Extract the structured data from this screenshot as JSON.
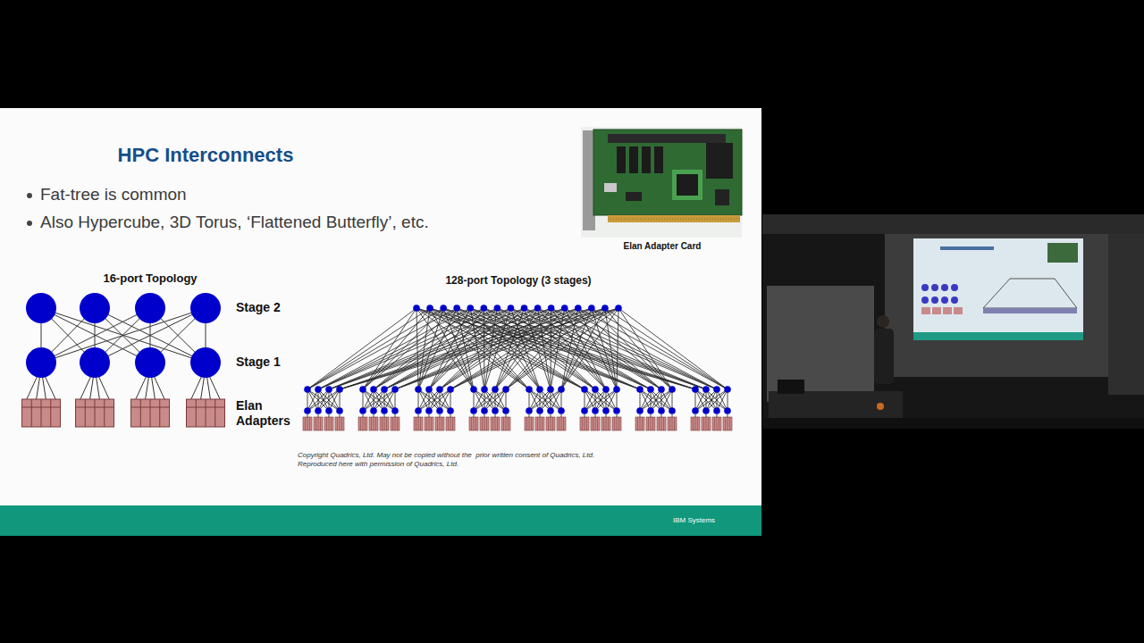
{
  "diagram": {
    "title": "HPC Interconnects",
    "labels": [
      "Fat-tree is common",
      "Also Hypercube, 3D Torus, ‘Flattened Butterfly’, etc.",
      "Elan Adapter Card",
      "16-port Topology",
      "128-port Topology (3 stages)",
      "Stage 2",
      "Stage 1",
      "Elan Adapters",
      "Copyright Quadrics, Ltd. May not be copied without the  prior written consent of Quadrics, Ltd.",
      "Reproduced here with permission of Quadrics, Ltd.",
      "IBM Systems"
    ]
  }
}
